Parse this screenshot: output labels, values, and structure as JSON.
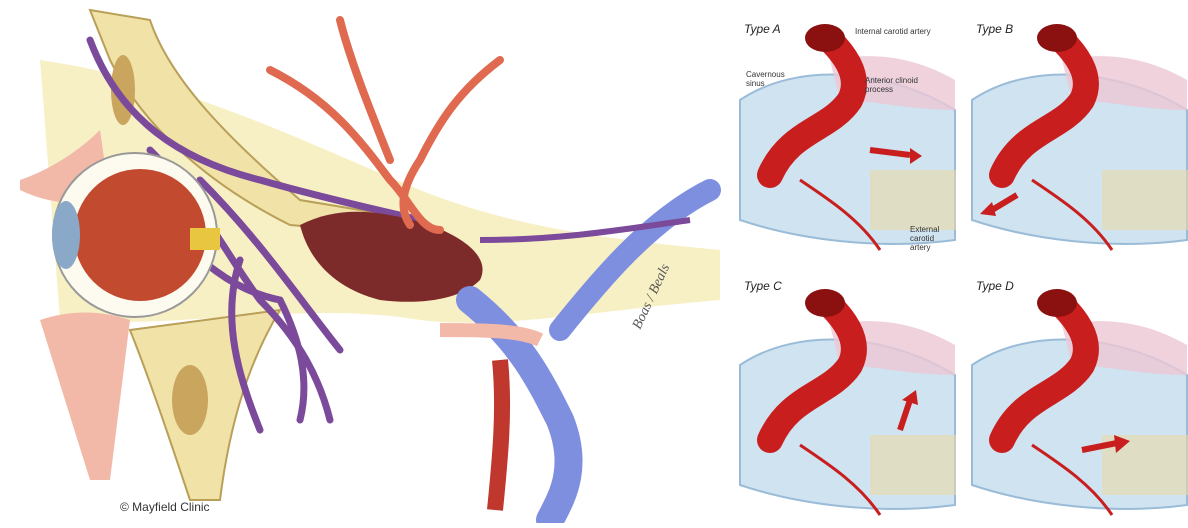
{
  "left": {
    "credit": "© Mayfield Clinic",
    "signature": "Boas / Beals"
  },
  "panels": [
    {
      "type_label": "Type A"
    },
    {
      "type_label": "Type B"
    },
    {
      "type_label": "Type C"
    },
    {
      "type_label": "Type D"
    }
  ],
  "annotations": {
    "internal_carotid": "Internal carotid artery",
    "cavernous_sinus": "Cavernous sinus",
    "anterior_clinoid": "Anterior clinoid process",
    "external_carotid": "External carotid artery"
  },
  "colors": {
    "artery": "#c81e1e",
    "vein_purple": "#7b4a9a",
    "vein_blue": "#7f8fe0",
    "bone": "#f1e3a8",
    "sinus": "#cfe3f0"
  }
}
